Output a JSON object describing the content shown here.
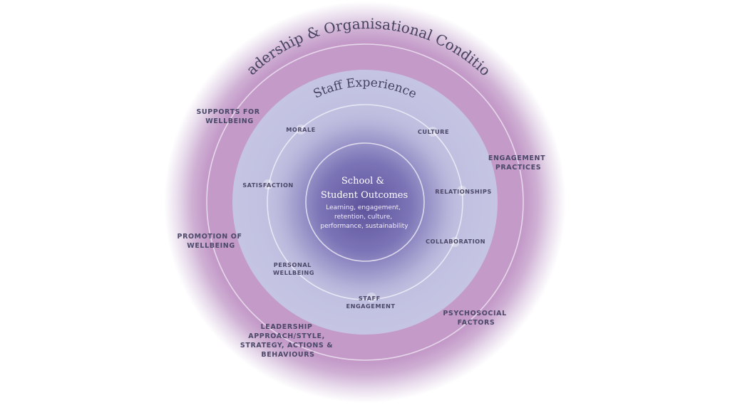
{
  "diagram": {
    "outer_ring": {
      "title": "Leadership & Organisational Conditions",
      "labels": [
        {
          "id": "supports",
          "lines": [
            "SUPPORTS FOR",
            "WELLBEING"
          ]
        },
        {
          "id": "engagement-practices",
          "lines": [
            "ENGAGEMENT",
            "PRACTICES"
          ]
        },
        {
          "id": "promotion",
          "lines": [
            "PROMOTION OF",
            "WELLBEING"
          ]
        },
        {
          "id": "psychosocial",
          "lines": [
            "PSYCHOSOCIAL",
            "FACTORS"
          ]
        },
        {
          "id": "leadership-approach",
          "lines": [
            "LEADERSHIP",
            "APPROACH/STYLE,",
            "STRATEGY, ACTIONS &",
            "BEHAVIOURS"
          ]
        }
      ]
    },
    "middle_ring": {
      "title": "Staff Experience",
      "labels": [
        {
          "id": "morale",
          "lines": [
            "MORALE"
          ]
        },
        {
          "id": "culture",
          "lines": [
            "CULTURE"
          ]
        },
        {
          "id": "satisfaction",
          "lines": [
            "SATISFACTION"
          ]
        },
        {
          "id": "relationships",
          "lines": [
            "RELATIONSHIPS"
          ]
        },
        {
          "id": "collaboration",
          "lines": [
            "COLLABORATION"
          ]
        },
        {
          "id": "personal-wellbeing",
          "lines": [
            "PERSONAL",
            "WELLBEING"
          ]
        },
        {
          "id": "staff-engagement",
          "lines": [
            "STAFF",
            "ENGAGEMENT"
          ]
        }
      ]
    },
    "core": {
      "title_lines": [
        "School &",
        "Student Outcomes"
      ],
      "subtitle_lines": [
        "Learning, engagement,",
        "retention, culture,",
        "performance, sustainability"
      ]
    },
    "colors": {
      "outer_band": "#c39ac8",
      "middle_disk": "#c3c3e0",
      "core": "#6e63a8",
      "text": "#4b4868",
      "ring_line": "#ece6f4"
    }
  }
}
